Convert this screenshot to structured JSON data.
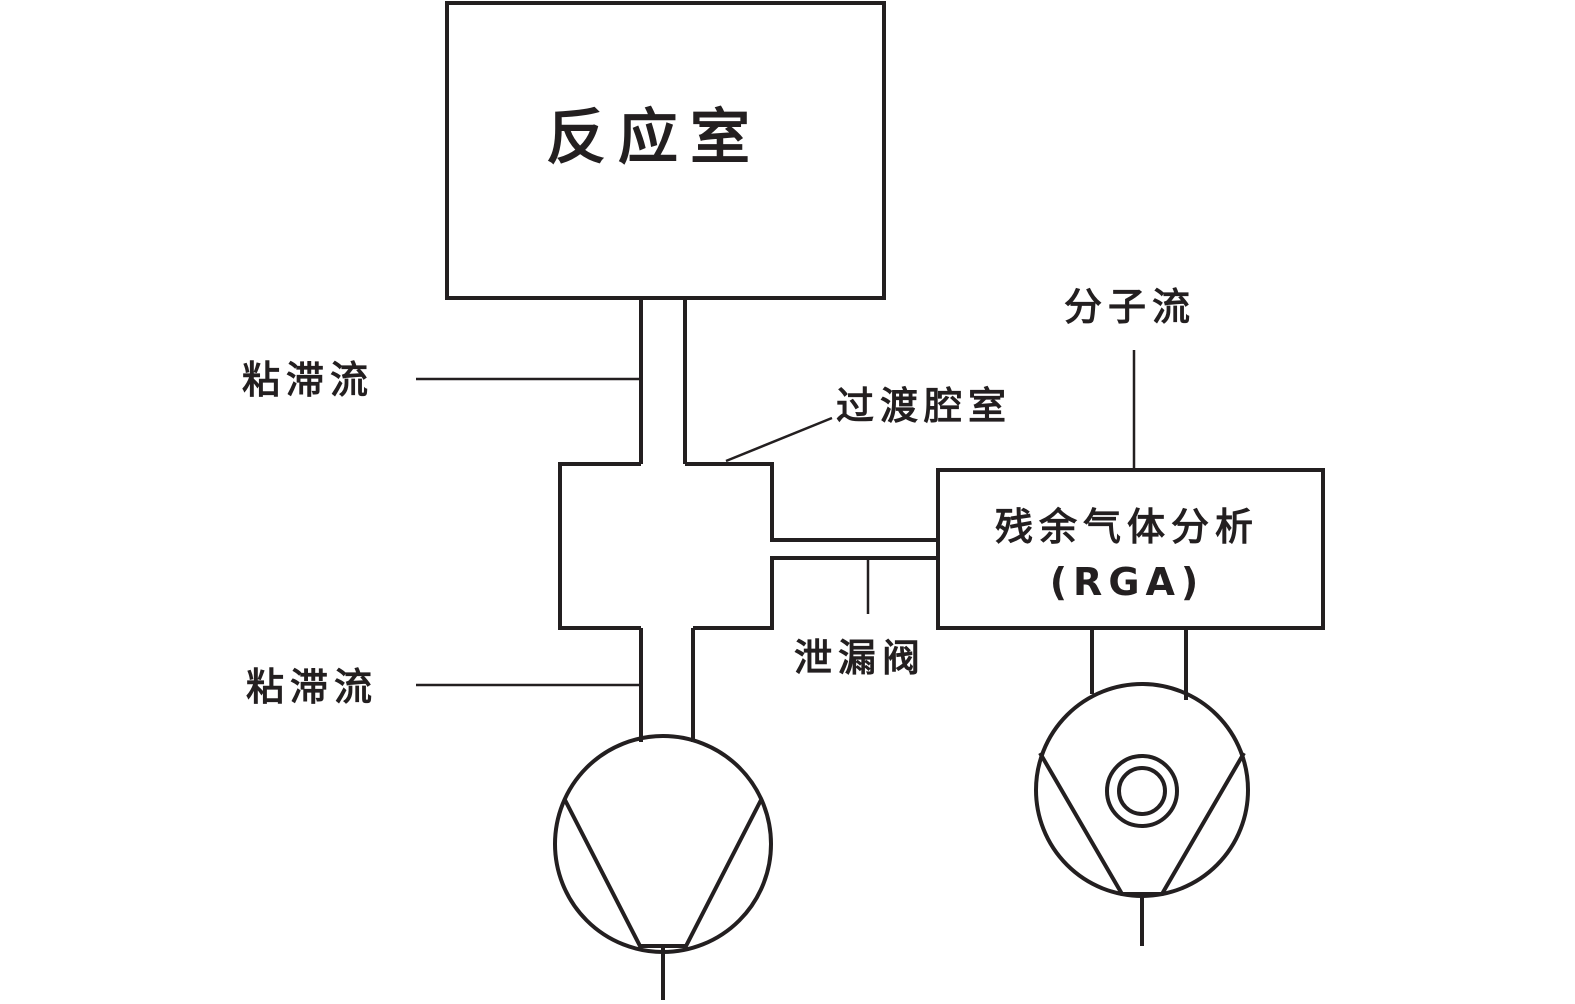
{
  "diagram": {
    "reaction_chamber": "反应室",
    "viscous_flow_top": "粘滞流",
    "viscous_flow_bottom": "粘滞流",
    "transition_chamber": "过渡腔室",
    "molecular_flow": "分子流",
    "rga_name": "残余气体分析",
    "rga_abbr": "(RGA)",
    "leak_valve": "泄漏阀"
  },
  "colors": {
    "line": "#231f20",
    "background": "#ffffff"
  },
  "icons": [
    "mechanical-pump-icon",
    "turbo-pump-icon"
  ]
}
